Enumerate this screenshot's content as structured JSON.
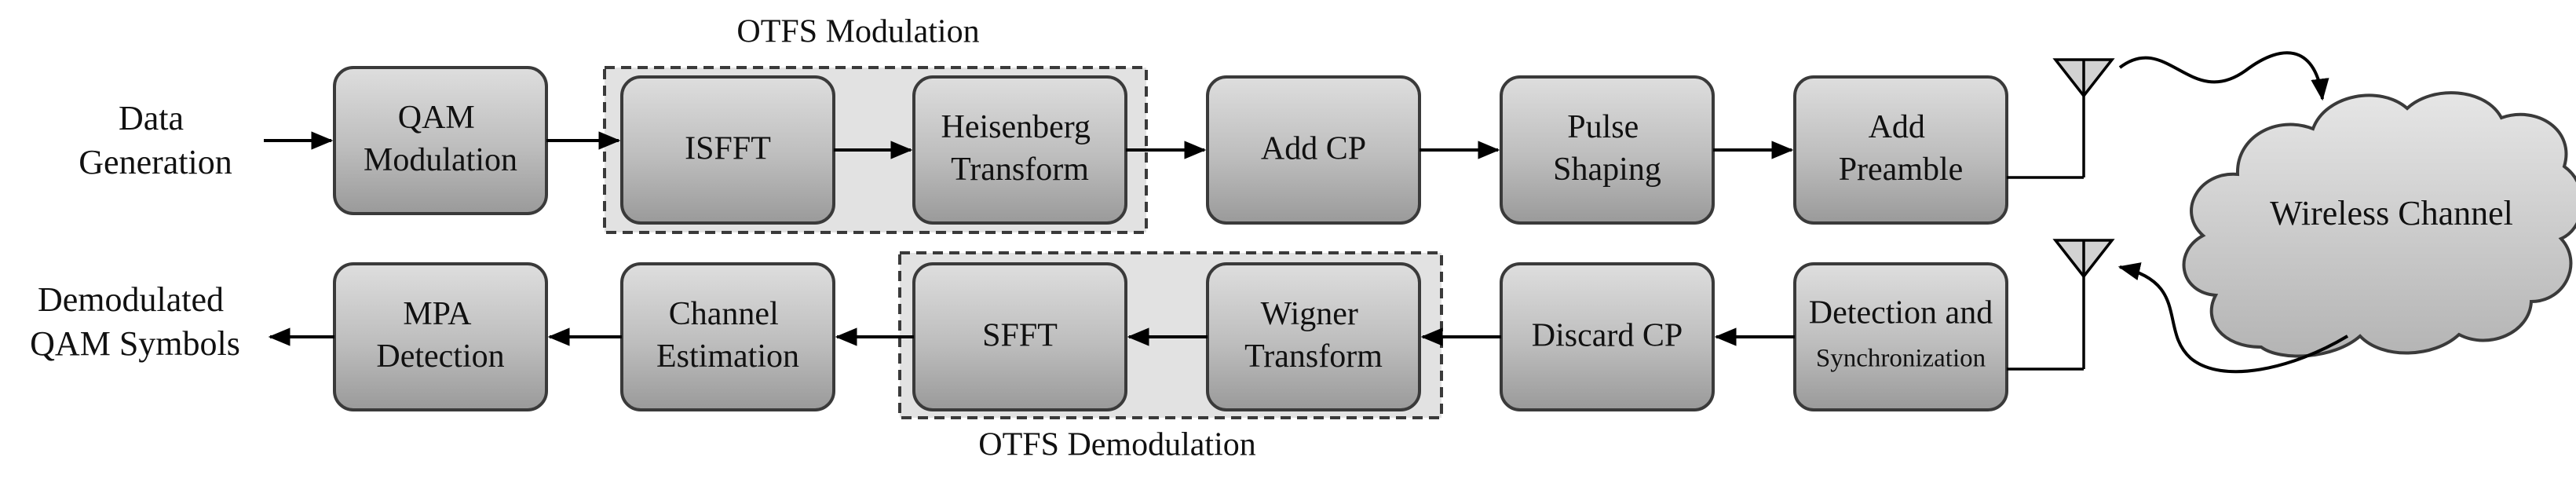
{
  "inputs": {
    "data_generation": [
      "Data",
      "Generation"
    ]
  },
  "outputs": {
    "demodulated_symbols": [
      "Demodulated",
      "QAM Symbols"
    ]
  },
  "groups": {
    "otfs_modulation": "OTFS Modulation",
    "otfs_demodulation": "OTFS Demodulation"
  },
  "tx_blocks": {
    "qam_modulation": [
      "QAM",
      "Modulation"
    ],
    "isfft": [
      "ISFFT"
    ],
    "heisenberg": [
      "Heisenberg",
      "Transform"
    ],
    "add_cp": [
      "Add CP"
    ],
    "pulse_shaping": [
      "Pulse",
      "Shaping"
    ],
    "add_preamble": [
      "Add",
      "Preamble"
    ]
  },
  "rx_blocks": {
    "detection_sync": [
      "Detection and",
      "Synchronization"
    ],
    "discard_cp": [
      "Discard CP"
    ],
    "wigner": [
      "Wigner",
      "Transform"
    ],
    "sfft": [
      "SFFT"
    ],
    "channel_estimation": [
      "Channel",
      "Estimation"
    ],
    "mpa_detection": [
      "MPA",
      "Detection"
    ]
  },
  "channel": {
    "label": "Wireless Channel"
  },
  "colors": {
    "block_fill_top": "#dedede",
    "block_fill_bottom": "#9a9a9a",
    "group_fill": "#e2e2e2",
    "cloud_fill": "#d0d0d0"
  }
}
